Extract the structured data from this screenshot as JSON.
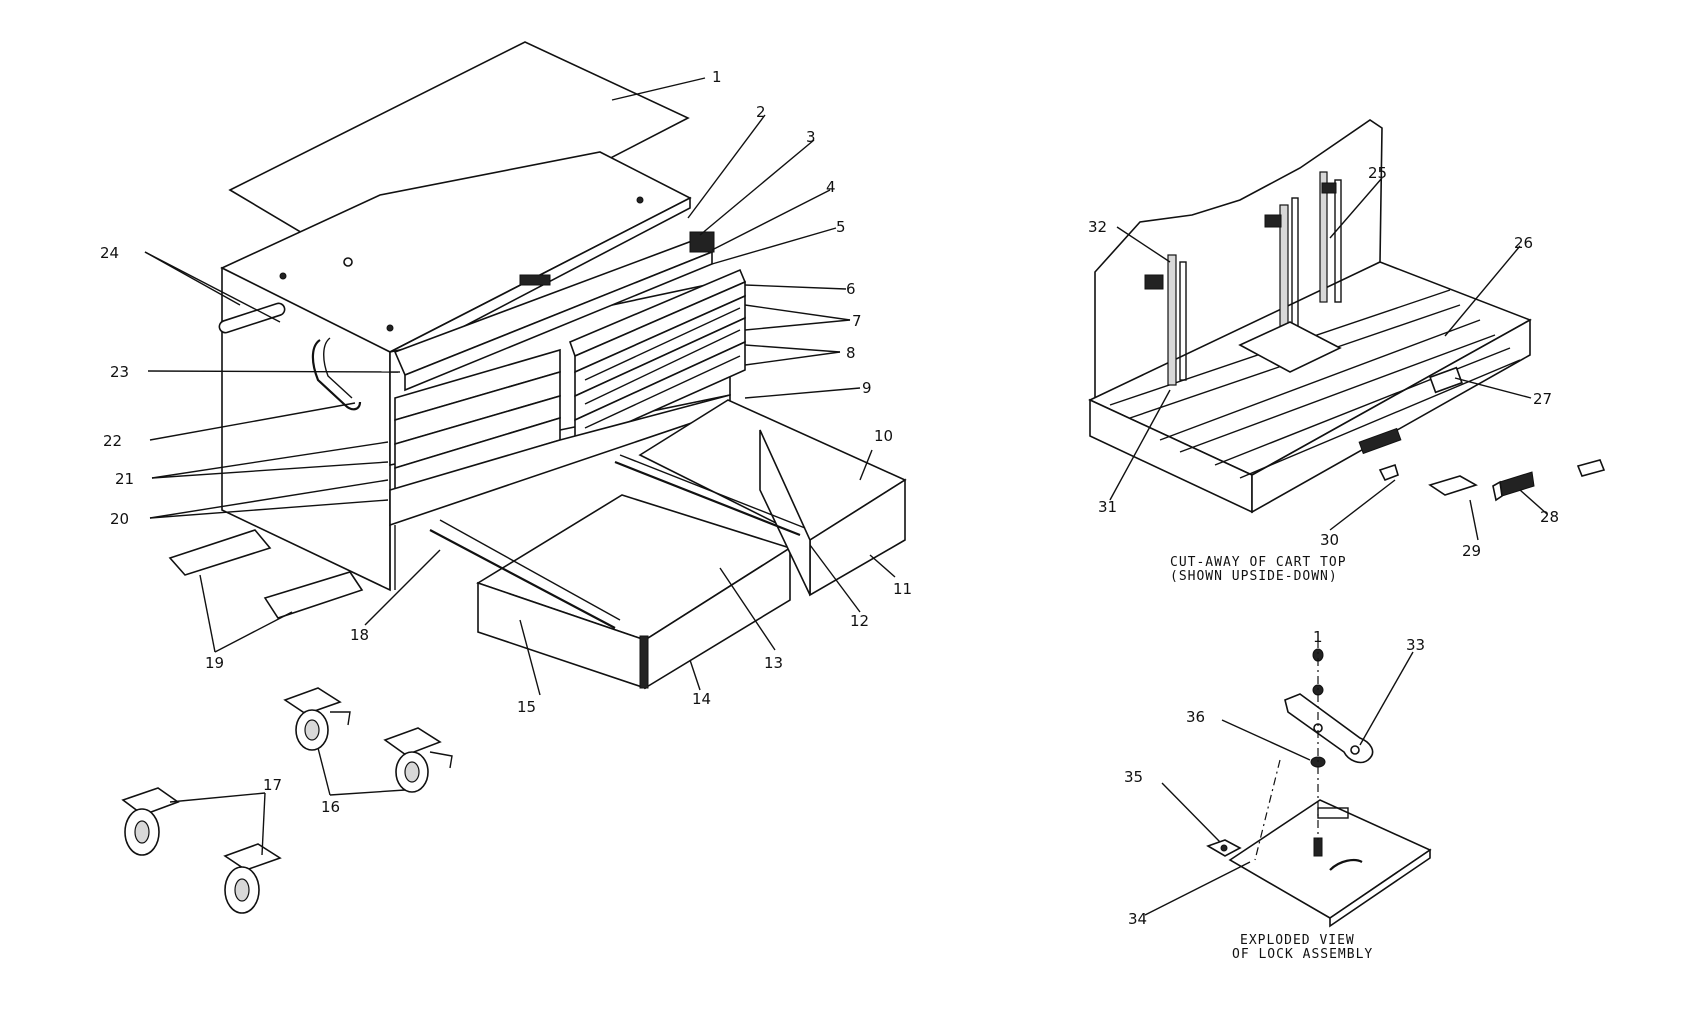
{
  "labels": {
    "l1": "1",
    "l2": "2",
    "l3": "3",
    "l4": "4",
    "l5": "5",
    "l6": "6",
    "l7": "7",
    "l8": "8",
    "l9": "9",
    "l10": "10",
    "l11": "11",
    "l12": "12",
    "l13": "13",
    "l14": "14",
    "l15": "15",
    "l16": "16",
    "l17": "17",
    "l18": "18",
    "l19": "19",
    "l20": "20",
    "l21": "21",
    "l22": "22",
    "l23": "23",
    "l24": "24",
    "l25": "25",
    "l26": "26",
    "l27": "27",
    "l28": "28",
    "l29": "29",
    "l30": "30",
    "l31": "31",
    "l32": "32",
    "l33": "33",
    "l34": "34",
    "l35": "35",
    "l36": "36",
    "l1b": "1"
  },
  "captions": {
    "cart_top_line1": "CUT-AWAY OF CART TOP",
    "cart_top_line2": "(SHOWN UPSIDE-DOWN)",
    "lock_line1": "EXPLODED VIEW",
    "lock_line2": "OF LOCK ASSEMBLY"
  }
}
